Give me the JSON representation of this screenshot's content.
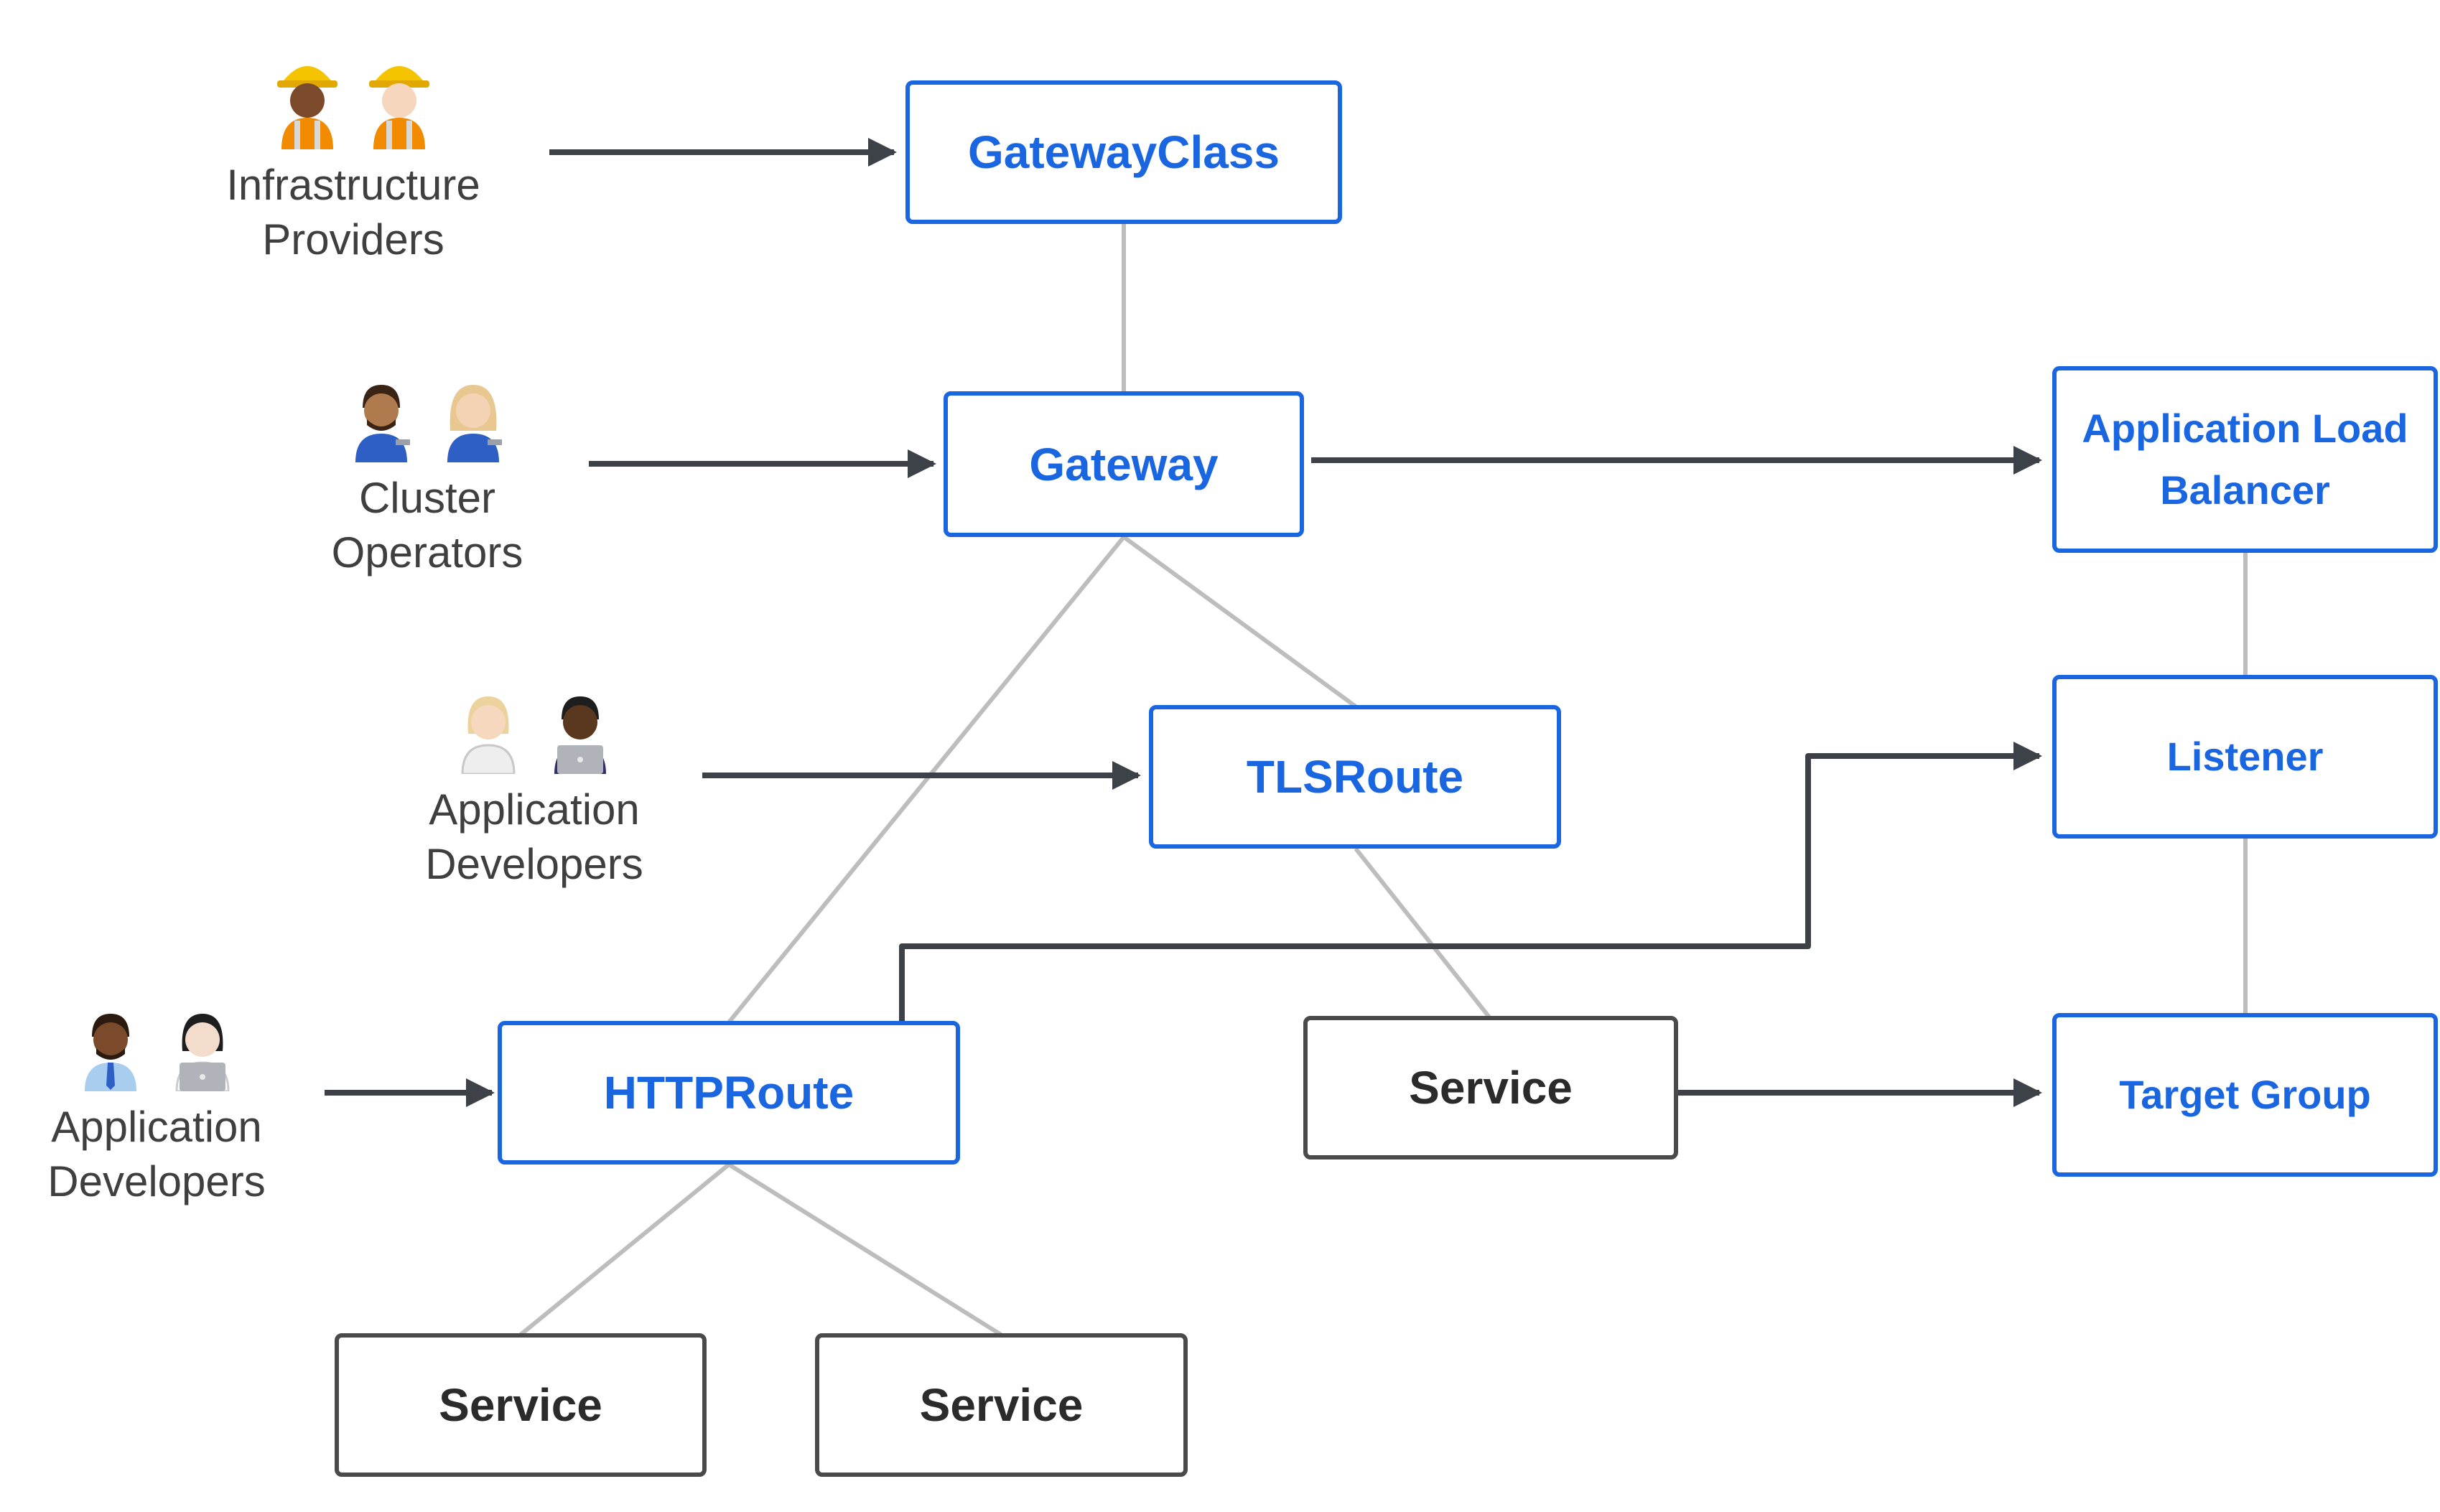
{
  "nodes": {
    "gatewayclass": "GatewayClass",
    "gateway": "Gateway",
    "tlsroute": "TLSRoute",
    "httproute": "HTTPRoute",
    "service_tls": "Service",
    "service_http_left": "Service",
    "service_http_right": "Service",
    "alb": "Application Load Balancer",
    "listener": "Listener",
    "target_group": "Target Group"
  },
  "personas": {
    "infrastructure_providers": {
      "label": "Infrastructure Providers",
      "icon": "construction-worker-icon"
    },
    "cluster_operators": {
      "label": "Cluster Operators",
      "icon": "mechanic-icon"
    },
    "application_developers_tls": {
      "label": "Application Developers",
      "icon": "technologist-icon"
    },
    "application_developers_http": {
      "label": "Application Developers",
      "icon": "technologist-icon"
    }
  },
  "colors": {
    "k8s_resource": "#1a66e0",
    "aws_resource": "#1a66e0",
    "service": "#4a4a4a",
    "connector": "#bdbdbd",
    "arrow": "#3d4148"
  }
}
